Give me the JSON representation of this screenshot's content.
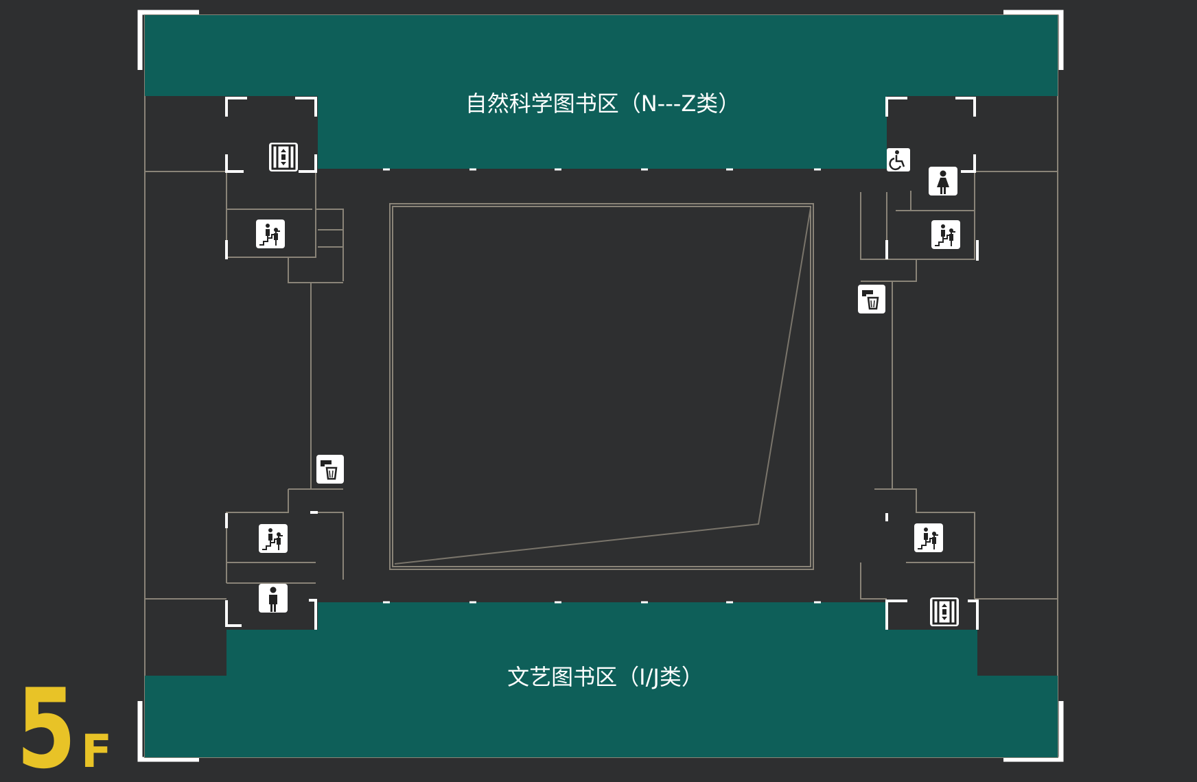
{
  "map": {
    "floor_number": "5",
    "floor_suffix": "F",
    "zones": {
      "north": {
        "label": "自然科学图书区（N---Z类）"
      },
      "south": {
        "label": "文艺图书区（I/J类）"
      }
    },
    "icons": [
      "elevator-icon",
      "accessible-toilet-icon",
      "womens-toilet-icon",
      "stairs-icon",
      "drinking-water-icon",
      "mens-toilet-icon"
    ],
    "colors": {
      "background": "#2e2f30",
      "zone_fill": "#0e5f59",
      "floor_number": "#e8c327",
      "wall_line": "#8a8478",
      "icon_bg": "#ffffff"
    }
  }
}
